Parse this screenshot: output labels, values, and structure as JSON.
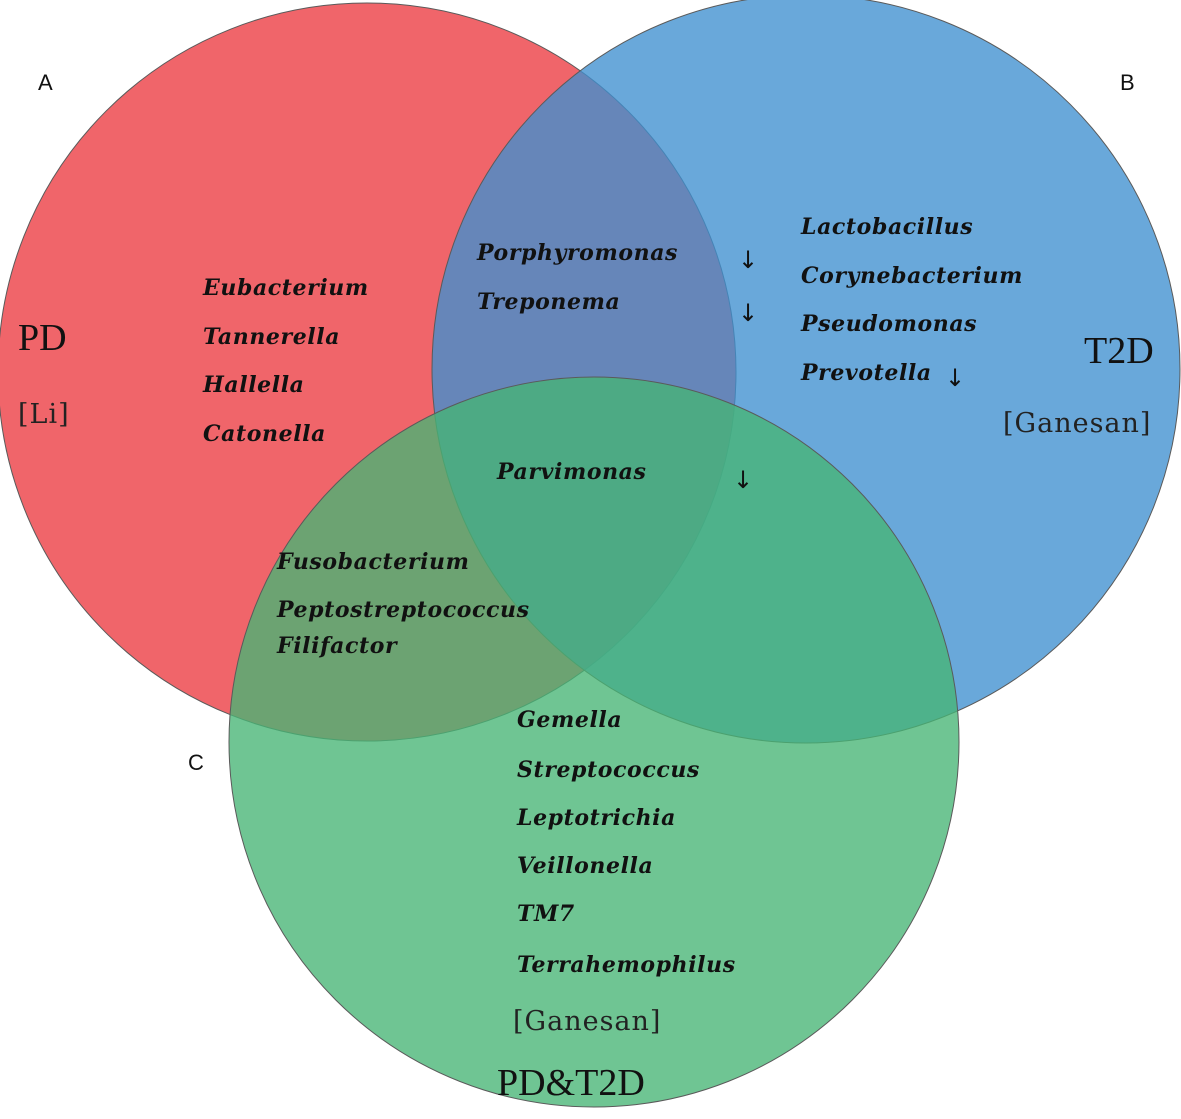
{
  "colors": {
    "set_a": "#ee5055",
    "set_b": "#3f8fcf",
    "set_c": "#47b575",
    "text": "#111111"
  },
  "sets": {
    "a": {
      "letter": "A",
      "name": "PD",
      "source": "[Li]"
    },
    "b": {
      "letter": "B",
      "name": "T2D",
      "source": "[Ganesan]"
    },
    "c": {
      "letter": "C",
      "name": "PD&T2D",
      "source": "[Ganesan]"
    }
  },
  "regions": {
    "a_only": [
      "Eubacterium",
      "Tannerella",
      "Hallella",
      "Catonella"
    ],
    "b_only": [
      "Lactobacillus",
      "Corynebacterium",
      "Pseudomonas",
      "Prevotella"
    ],
    "c_only": [
      "Gemella",
      "Streptococcus",
      "Leptotrichia",
      "Veillonella",
      "TM7",
      "Terrahemophilus"
    ],
    "ab": [
      "Porphyromonas",
      "Treponema"
    ],
    "ac": [
      "Fusobacterium",
      "Peptostreptococcus",
      "Filifactor"
    ],
    "abc": [
      "Parvimonas"
    ]
  },
  "arrows": {
    "porphyromonas": "↓",
    "treponema": "↓",
    "prevotella": "↓",
    "parvimonas": "↓"
  }
}
